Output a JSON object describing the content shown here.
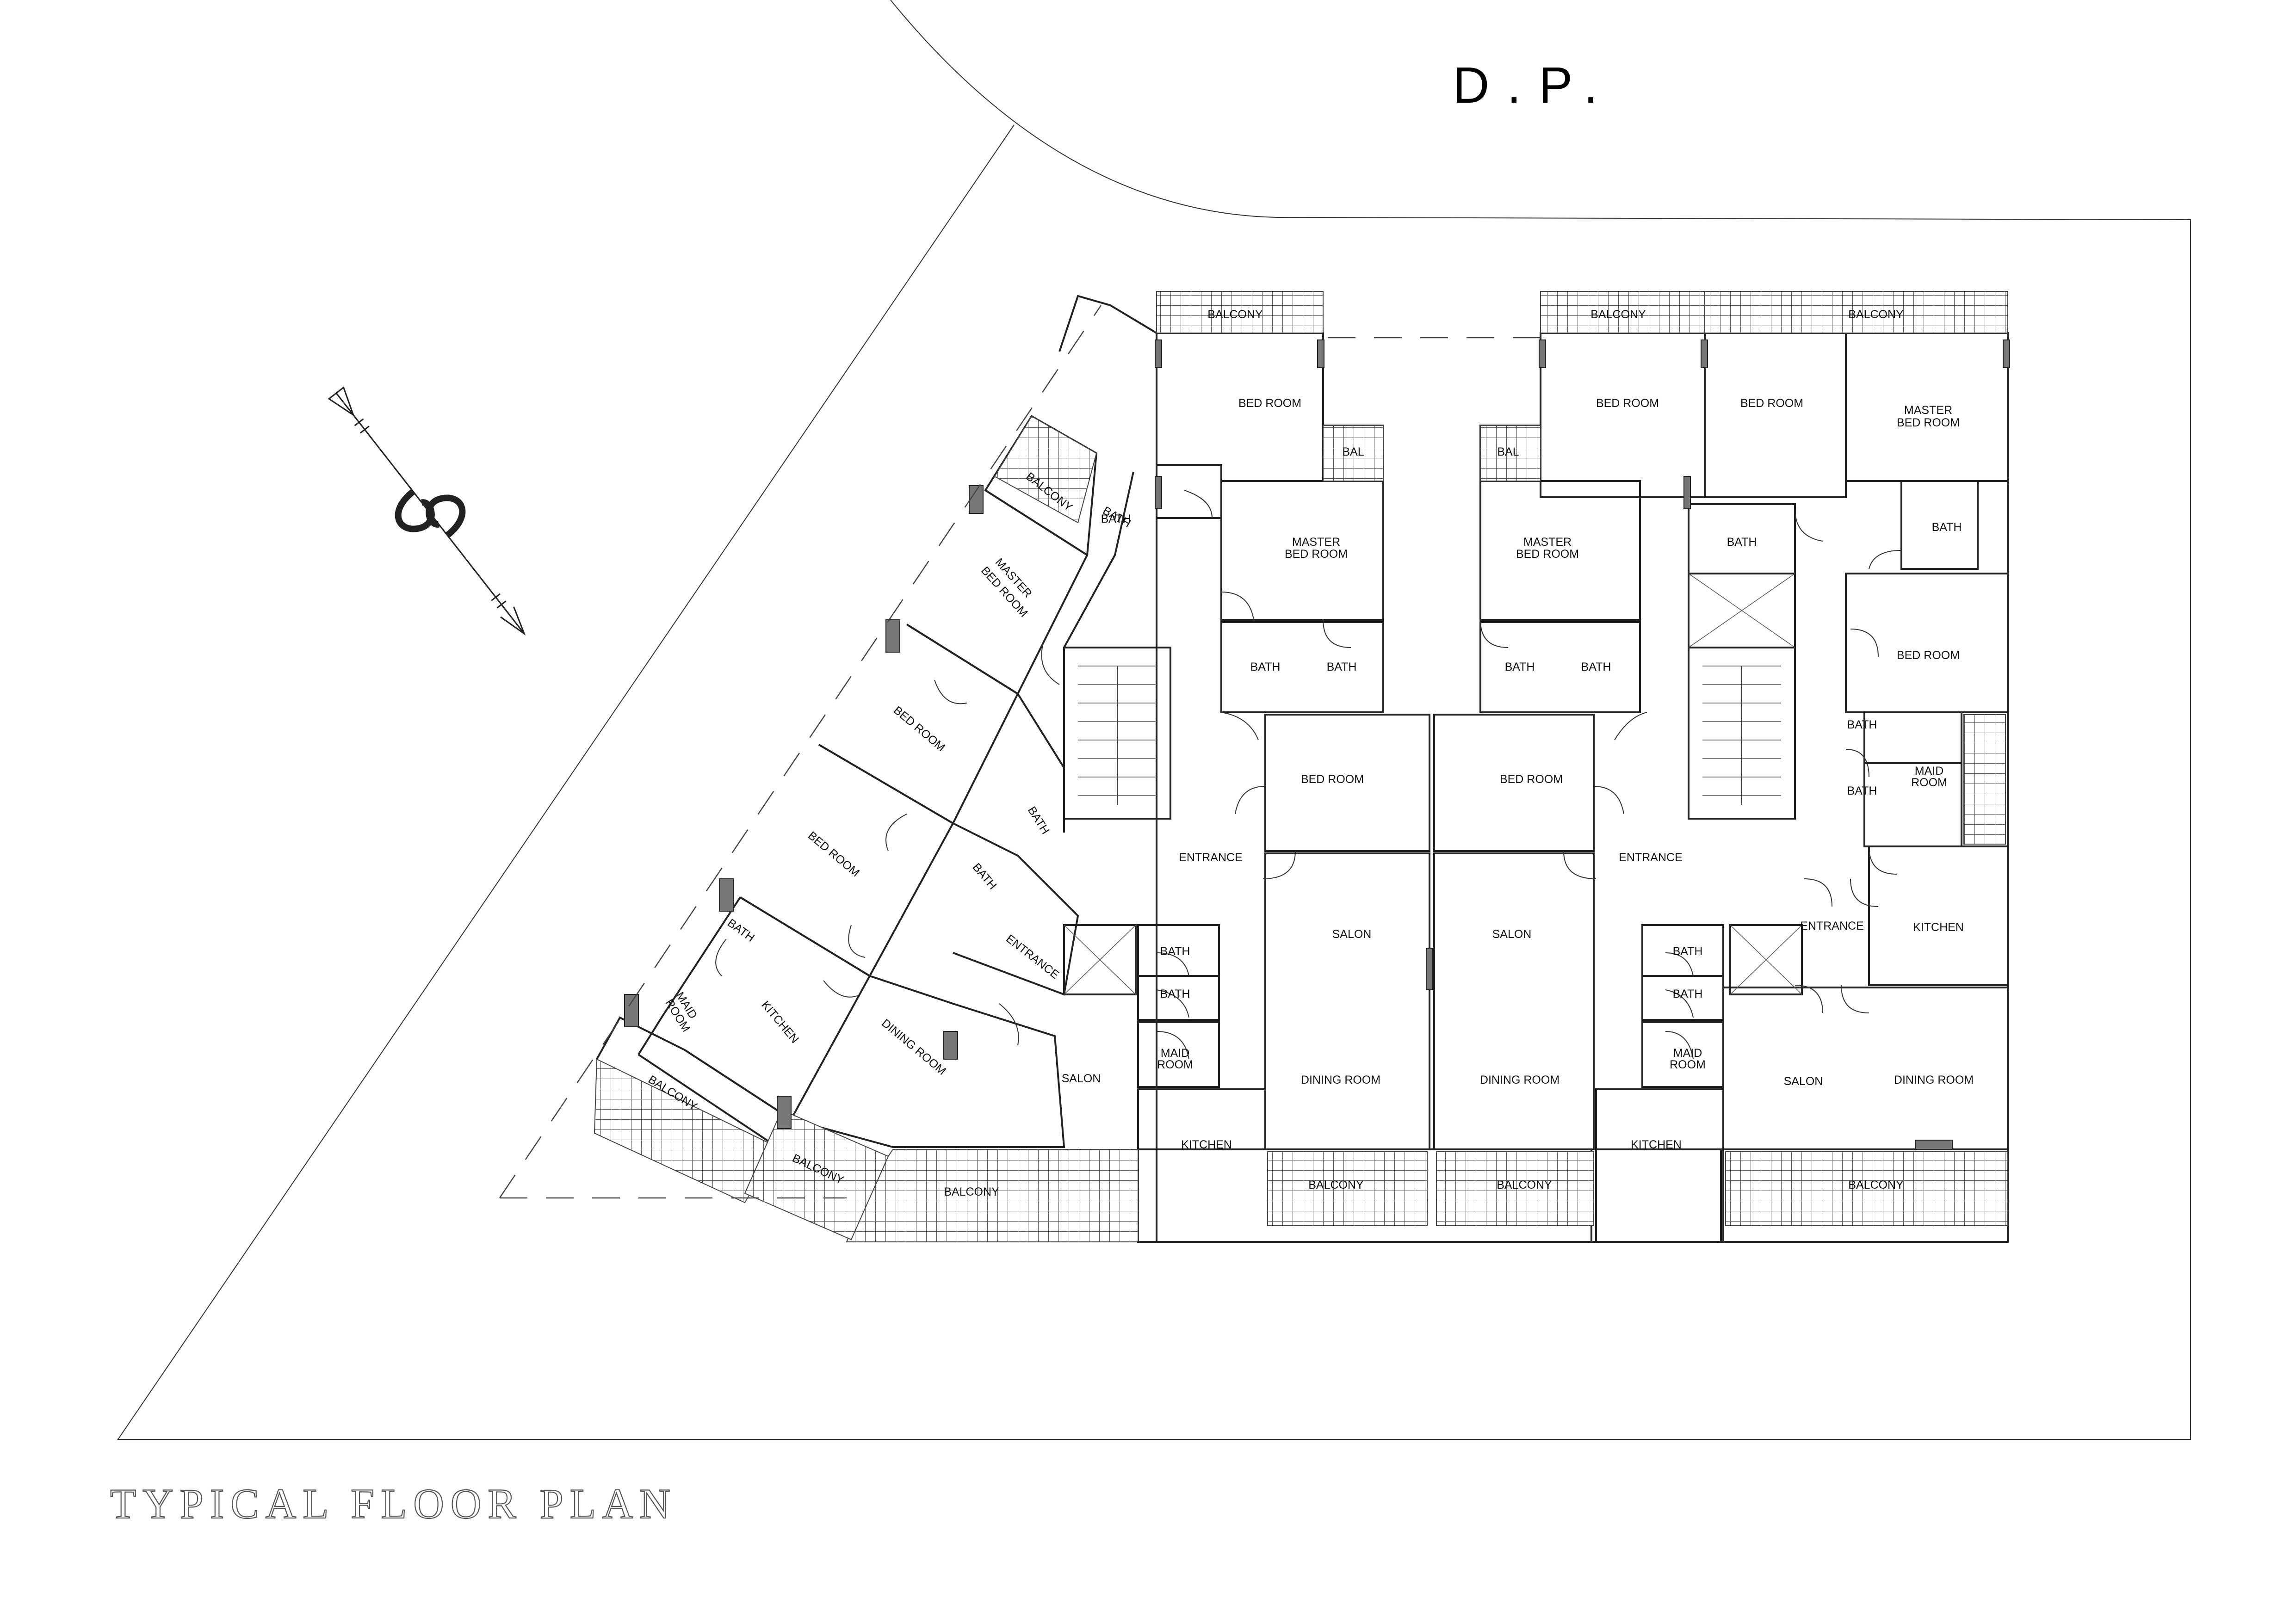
{
  "header": {
    "title": "D.P."
  },
  "footer": {
    "title": "TYPICAL FLOOR PLAN"
  },
  "rooms": {
    "balcony": "BALCONY",
    "bal": "BAL",
    "bed_room": "BED ROOM",
    "master_line1": "MASTER",
    "master_line2": "BED ROOM",
    "bath": "BATH",
    "entrance": "ENTRANCE",
    "salon": "SALON",
    "dining_room": "DINING ROOM",
    "kitchen": "KITCHEN",
    "maid_line1": "MAID",
    "maid_line2": "ROOM"
  },
  "icons": {
    "north_arrow": "north-arrow-icon"
  }
}
